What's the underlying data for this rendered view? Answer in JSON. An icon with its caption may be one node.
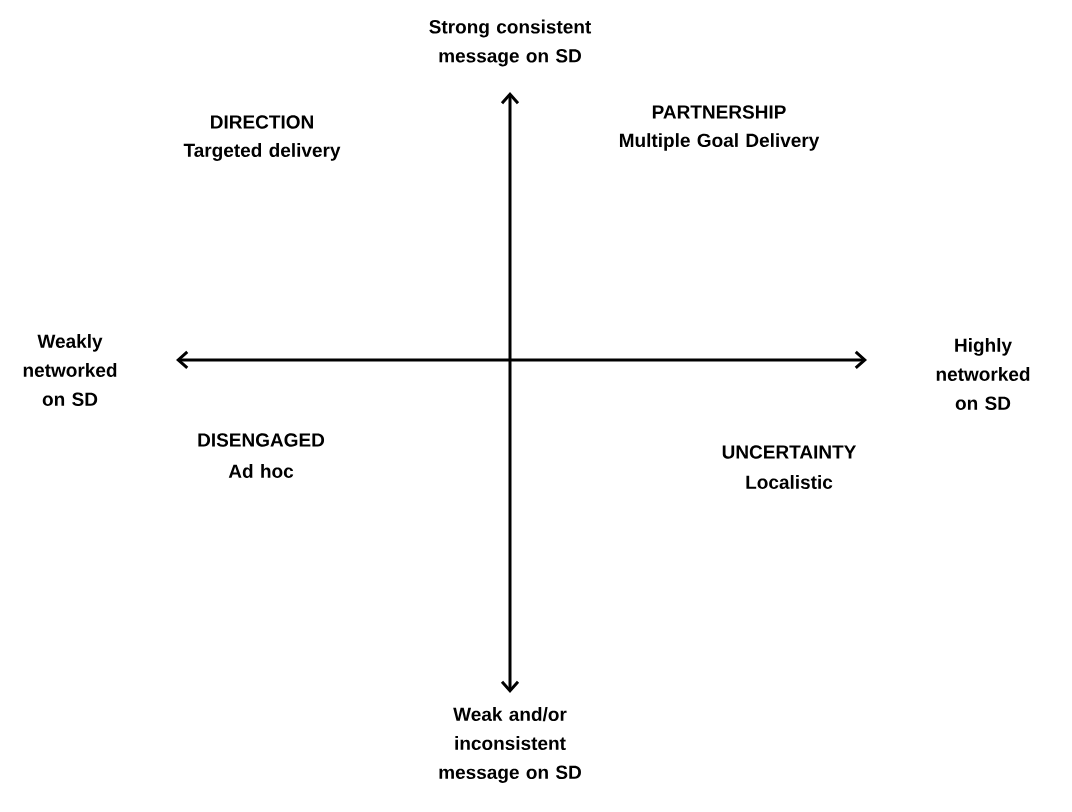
{
  "diagram": {
    "labels": [
      "Strong consistent message on SD",
      "DIRECTION",
      "Targeted delivery",
      "PARTNERSHIP",
      "Multiple Goal Delivery",
      "Weakly networked on SD",
      "Highly networked on SD",
      "DISENGAGED",
      "Ad hoc",
      "UNCERTAINTY",
      "Localistic",
      "Weak and/or inconsistent message on SD"
    ]
  }
}
